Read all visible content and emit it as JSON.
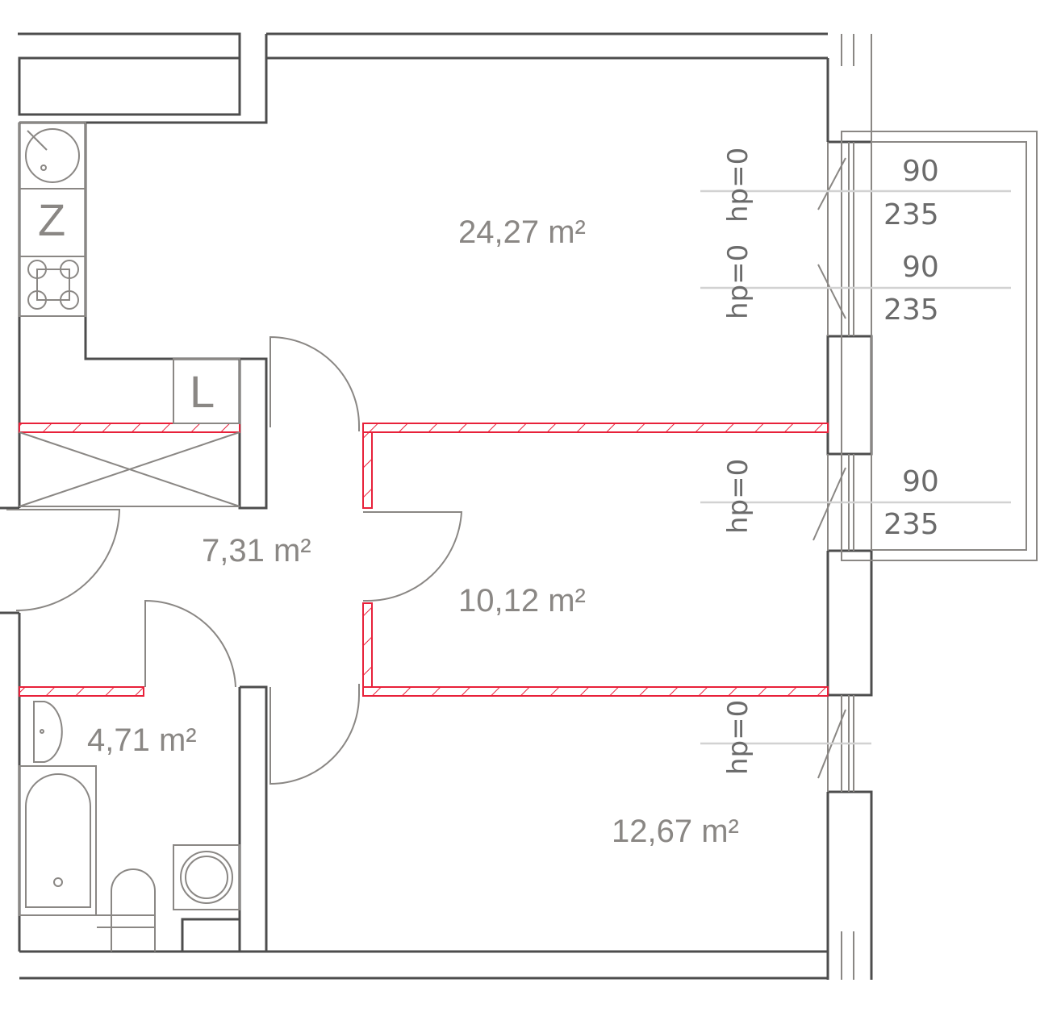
{
  "colors": {
    "wall": "#4d4d4d",
    "fixture": "#8a8784",
    "partition": "#e8213a",
    "dimension_line": "#d2d2d2"
  },
  "rooms": [
    {
      "id": "living-kitchen",
      "area": "24,27 m²"
    },
    {
      "id": "hall",
      "area": "7,31 m²"
    },
    {
      "id": "bedroom-1",
      "area": "10,12 m²"
    },
    {
      "id": "bathroom",
      "area": "4,71 m²"
    },
    {
      "id": "bedroom-2",
      "area": "12,67 m²"
    }
  ],
  "appliances": {
    "fridge": "Z",
    "washer_dryer": "L"
  },
  "windows": [
    {
      "hp": "hp=0",
      "width": "90",
      "height": "235"
    },
    {
      "hp": "hp=0",
      "width": "90",
      "height": "235"
    },
    {
      "hp": "hp=0",
      "width": "90",
      "height": "235"
    },
    {
      "hp": "hp=0"
    }
  ]
}
